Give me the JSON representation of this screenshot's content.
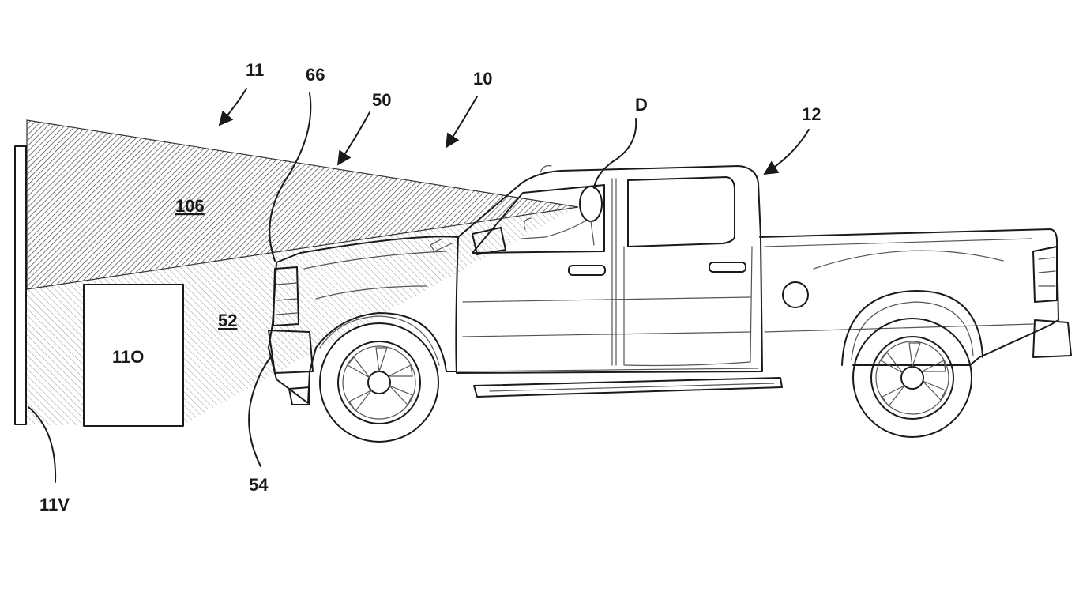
{
  "labels": {
    "system": "11",
    "sensor": "66",
    "zone_upper": "50",
    "assembly": "10",
    "driver": "D",
    "vehicle": "12",
    "area_upper": "106",
    "area_lower": "52",
    "object": "11O",
    "emitter": "54",
    "wall": "11V"
  },
  "icons": {
    "hatch_pattern": "diagonal-hatch",
    "leader_arrow": "arrow-icon"
  }
}
